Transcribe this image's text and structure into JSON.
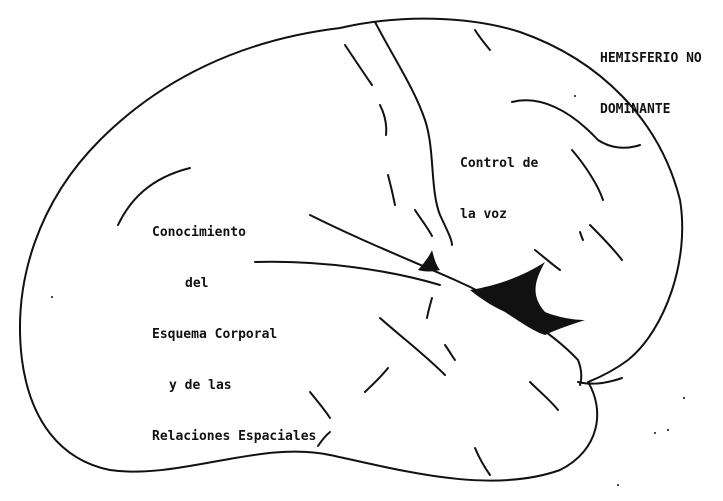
{
  "title": {
    "lines": [
      "HEMISFERIO NO",
      "DOMINANTE"
    ]
  },
  "regions": {
    "voice": {
      "lines": [
        "Control de",
        "la voz"
      ]
    },
    "body_schema": {
      "lines": [
        "Conocimiento",
        "del",
        "Esquema Corporal",
        "y de las",
        "Relaciones Espaciales"
      ]
    }
  },
  "colors": {
    "ink": "#111111",
    "paper": "#ffffff"
  }
}
